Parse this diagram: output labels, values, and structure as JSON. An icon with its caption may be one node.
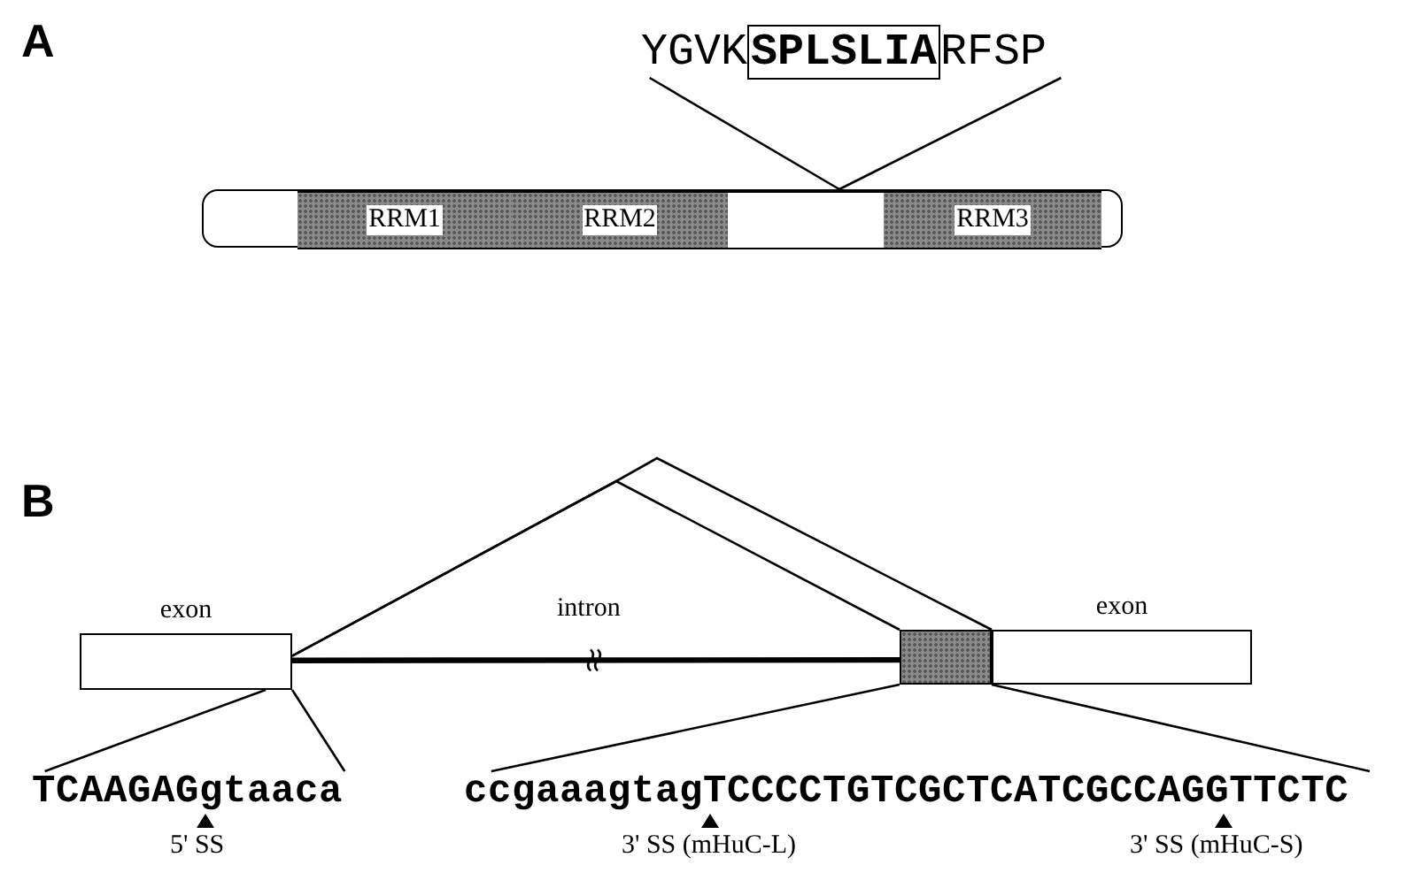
{
  "diagram": {
    "nodes": [
      {
        "text": [],
        "shape": "bar"
      },
      {
        "text": [
          "RRM1"
        ],
        "in": 0
      },
      {
        "text": [
          "RRM2"
        ],
        "in": 0
      },
      {
        "text": [],
        "shape": "box",
        "in": 0
      },
      {
        "text": [
          "RRM3"
        ],
        "in": 0
      },
      {
        "text": [
          "YGVK**SPLSLIA**RFSP"
        ]
      },
      {
        "text": [
          "exon"
        ]
      },
      {
        "text": [],
        "shape": "box"
      },
      {
        "text": [
          "exon"
        ]
      },
      {
        "text": [
          "TCAAGAGgtaaca"
        ]
      },
      {
        "text": [
          "ccgaaagtagTCCCCTGTCGCTCATCGCCAGGTTCTC"
        ]
      }
    ],
    "edges": [
      {
        "from": 3,
        "to": 5,
        "arrow": "none"
      },
      {
        "from": 3,
        "to": 5,
        "arrow": "none"
      },
      {
        "from": 6,
        "to": 7,
        "arrow": "none"
      },
      {
        "from": 6,
        "to": 8,
        "arrow": "none"
      },
      {
        "from": 6,
        "to": 7,
        "arrow": "none",
        "label": "intron",
        "style": "thick"
      },
      {
        "from": 6,
        "to": 9,
        "arrow": "none"
      },
      {
        "from": 6,
        "to": 9,
        "arrow": "none"
      },
      {
        "from": 7,
        "to": 10,
        "arrow": "none"
      },
      {
        "from": 7,
        "to": 10,
        "arrow": "none"
      }
    ],
    "labels": [
      "A",
      "B",
      "5' SS",
      "3' SS (mHuC-L)",
      "3' SS (mHuC-S)"
    ]
  }
}
